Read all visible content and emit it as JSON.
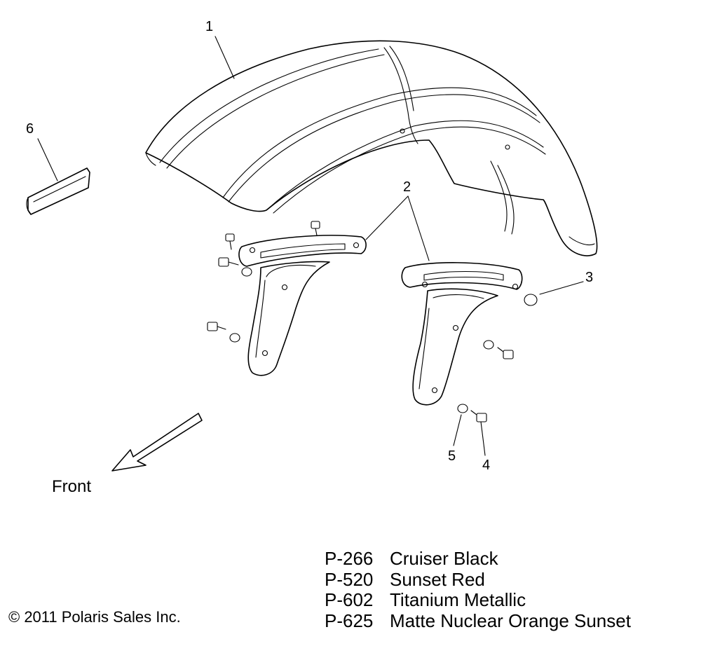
{
  "callouts": {
    "c1": "1",
    "c2": "2",
    "c3": "3",
    "c4": "4",
    "c5": "5",
    "c6": "6"
  },
  "front_label": "Front",
  "color_legend": [
    {
      "code": "P-266",
      "name": "Cruiser Black"
    },
    {
      "code": "P-520",
      "name": "Sunset Red"
    },
    {
      "code": "P-602",
      "name": "Titanium Metallic"
    },
    {
      "code": "P-625",
      "name": "Matte Nuclear Orange Sunset"
    }
  ],
  "copyright": "© 2011 Polaris Sales Inc."
}
